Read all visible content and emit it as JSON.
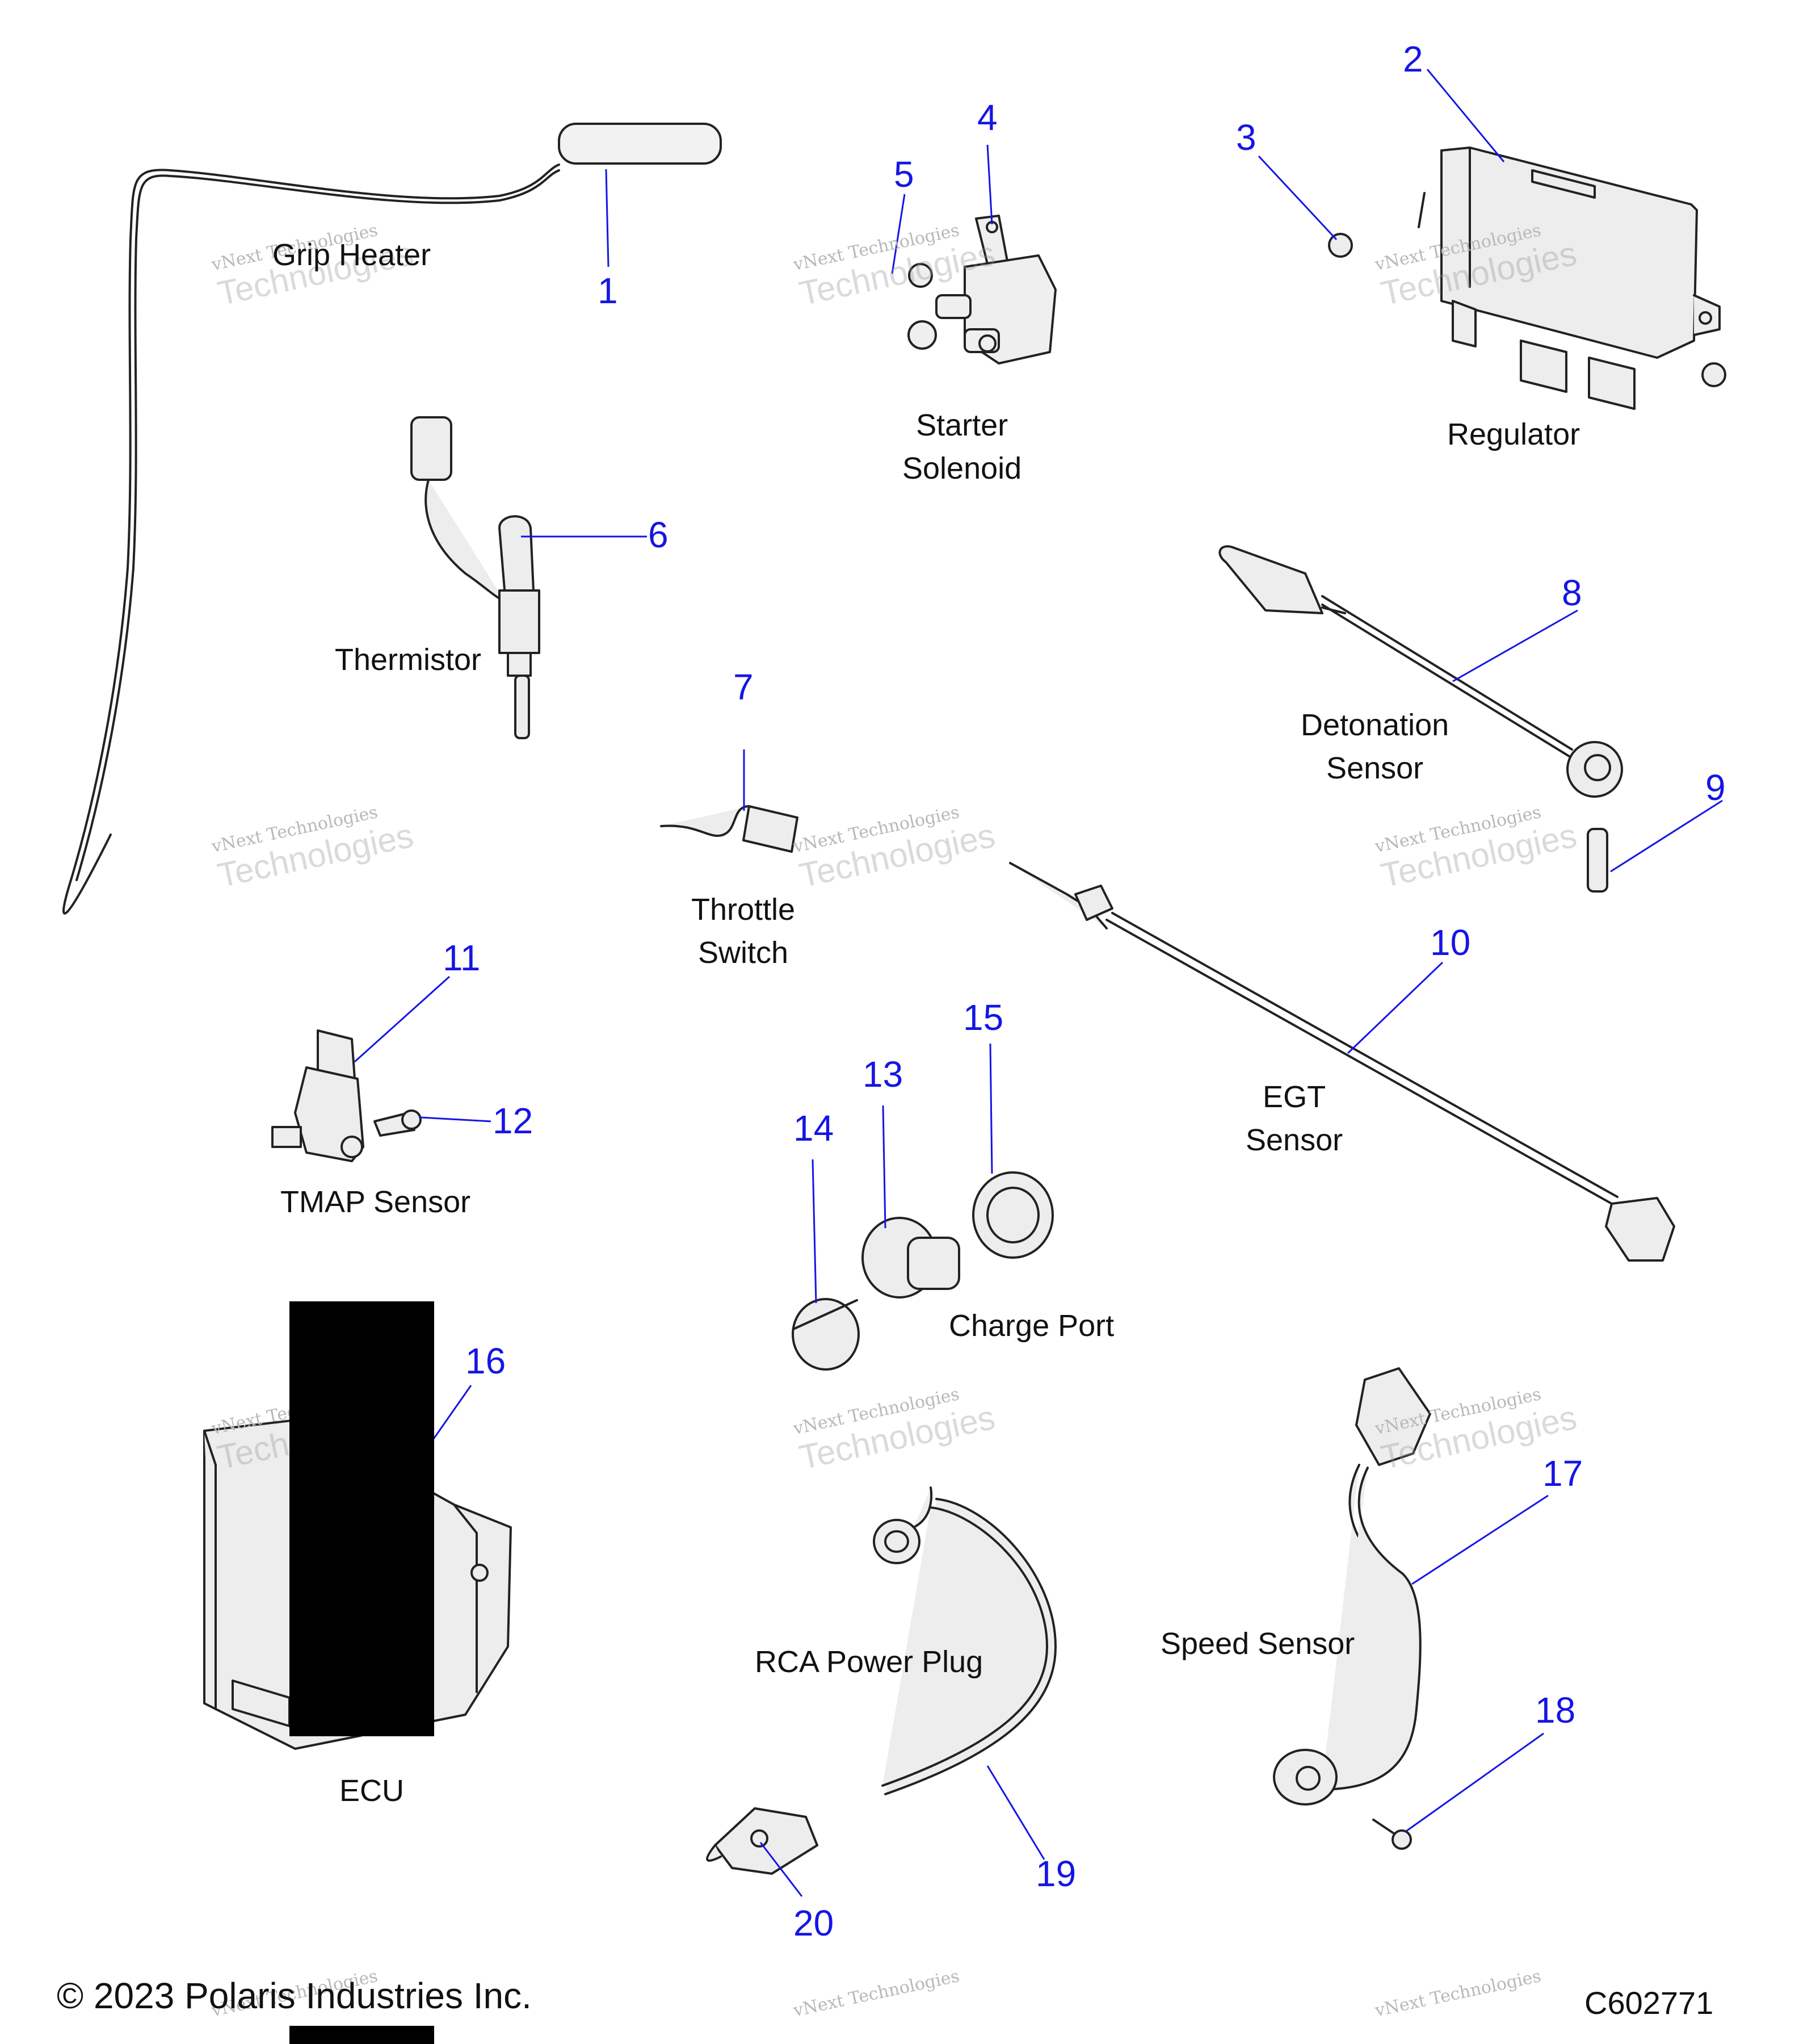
{
  "labels": {
    "grip_heater": "Grip Heater",
    "starter_solenoid": [
      "Starter",
      "Solenoid"
    ],
    "regulator": "Regulator",
    "thermistor": "Thermistor",
    "detonation_sensor": [
      "Detonation",
      "Sensor"
    ],
    "throttle_switch": [
      "Throttle",
      "Switch"
    ],
    "tmap_sensor": "TMAP Sensor",
    "egt_sensor": [
      "EGT",
      "Sensor"
    ],
    "charge_port": "Charge Port",
    "ecu": "ECU",
    "rca_power_plug": "RCA Power Plug",
    "speed_sensor": "Speed Sensor"
  },
  "callouts": [
    "1",
    "2",
    "3",
    "4",
    "5",
    "6",
    "7",
    "8",
    "9",
    "10",
    "11",
    "12",
    "13",
    "14",
    "15",
    "16",
    "17",
    "18",
    "19",
    "20"
  ],
  "footer": {
    "copyright": "© 2023 Polaris Industries Inc.",
    "code": "C602771"
  },
  "watermark": {
    "line1": "vNext Technologies",
    "line2": "Technologies"
  },
  "colors": {
    "callout": "#1515e6",
    "line": "#1515e6",
    "part_stroke": "#222222",
    "part_fill": "#ececec"
  }
}
